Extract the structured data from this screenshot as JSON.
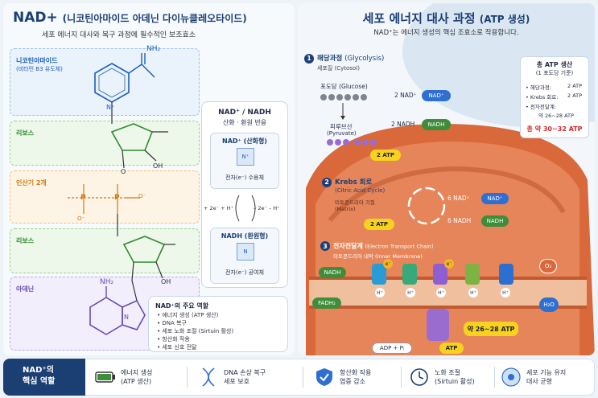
{
  "left": {
    "title_main": "NAD+",
    "title_sub": "(니코틴아마이드 아데닌 다이뉴클레오타이드)",
    "subtitle": "세포 에너지 대사와 복구 과정에 필수적인 보조효소",
    "sections": {
      "nicotinamide": "니코틴아마이드",
      "nicotinamide_sub": "(비타민 B3 유도체)",
      "ribose1": "리보스",
      "phosphate": "인산기 2개",
      "ribose2": "리보스",
      "adenine": "아데닌"
    },
    "atoms": {
      "nh2_top": "NH₂",
      "n_plus": "N⁺",
      "oh1": "OH",
      "o1": "O",
      "p1": "P",
      "p2": "P",
      "o_minus1": "O⁻",
      "o_minus2": "O⁻",
      "oh2": "OH",
      "nh2_bottom": "NH₂",
      "n": "N"
    },
    "redox": {
      "title": "NAD⁺ / NADH",
      "subtitle": "산화 · 환원 반응",
      "nadplus_label": "NAD⁺ (산화형)",
      "nadplus_desc": "전자(e⁻) 수용체",
      "left_arrow": "+ 2e⁻ + H⁺",
      "right_arrow": "– 2e⁻ – H⁺",
      "nadh_label": "NADH (환원형)",
      "nadh_desc": "전자(e⁻) 공여체",
      "nadplus_icon": "N⁺",
      "nadh_icon": "N"
    },
    "roles": {
      "title": "NAD⁺의 주요 역할",
      "items": [
        "에너지 생성 (ATP 생산)",
        "DNA 복구",
        "세포 노화 조절 (Sirtuin 활성)",
        "항산화 작용",
        "세포 신호 전달"
      ]
    }
  },
  "right": {
    "title": "세포 에너지 대사 과정",
    "title_paren": "(ATP 생성)",
    "subtitle": "NAD⁺는 에너지 생성의 핵심 조효소로 작용합니다.",
    "glycolysis": {
      "num": "1",
      "title": "해당과정",
      "title_en": "(Glycolysis)",
      "location": "세포질 (Cytosol)",
      "glucose": "포도당 (Glucose)",
      "pyruvate": "피루브산",
      "pyruvate_en": "(Pyruvate)",
      "nad_in": "2 NAD⁺",
      "nadh_out": "2 NADH",
      "atp": "2 ATP",
      "nad_pill": "NAD⁺",
      "nadh_pill": "NADH"
    },
    "krebs": {
      "num": "2",
      "title": "Krebs 회로",
      "title_en": "(Citric Acid Cycle)",
      "location": "미토콘드리아 기질",
      "location_en": "(Matrix)",
      "atp": "2 ATP",
      "nad_in": "6 NAD⁺",
      "nadh_out": "6 NADH",
      "nad_pill": "NAD⁺",
      "nadh_pill": "NADH"
    },
    "etc": {
      "num": "3",
      "title": "전자전달계",
      "title_en": "(Electron Transport Chain)",
      "location": "미토콘드리아 내막 (Inner Membrane)",
      "nadh": "NADH",
      "fadh2": "FADH₂",
      "o2": "O₂",
      "h2o": "H₂O",
      "atp_range": "약 26~28 ATP",
      "adp": "ADP + Pᵢ",
      "atp": "ATP",
      "e_label": "e⁻",
      "h_label": "H⁺"
    },
    "summary": {
      "title": "총 ATP 생산",
      "subtitle": "(1 포도당 기준)",
      "rows": [
        {
          "label": "해당과정:",
          "value": "2 ATP"
        },
        {
          "label": "Krebs 회로:",
          "value": "2 ATP"
        },
        {
          "label": "전자전달계:",
          "value": "약 26~28 ATP"
        }
      ],
      "total": "총 약 30~32 ATP"
    }
  },
  "bottom": {
    "label_line1": "NAD⁺의",
    "label_line2": "핵심 역할",
    "items": [
      {
        "icon": "battery-icon",
        "line1": "에너지 생성",
        "line2": "(ATP 생산)"
      },
      {
        "icon": "dna-icon",
        "line1": "DNA 손상 복구",
        "line2": "세포 보호"
      },
      {
        "icon": "shield-icon",
        "line1": "항산화 작용",
        "line2": "염증 감소"
      },
      {
        "icon": "clock-icon",
        "line1": "노화 조절",
        "line2": "(Sirtuin 활성)"
      },
      {
        "icon": "cell-icon",
        "line1": "세포 기능 유지",
        "line2": "대사 균형"
      }
    ]
  },
  "colors": {
    "navy": "#1c3f73",
    "nad_blue": "#2f6fd1",
    "nadh_green": "#3f8d3a",
    "atp_yellow": "#f7d21e",
    "mito_orange": "#d9693b",
    "total_red": "#d12a2a"
  }
}
